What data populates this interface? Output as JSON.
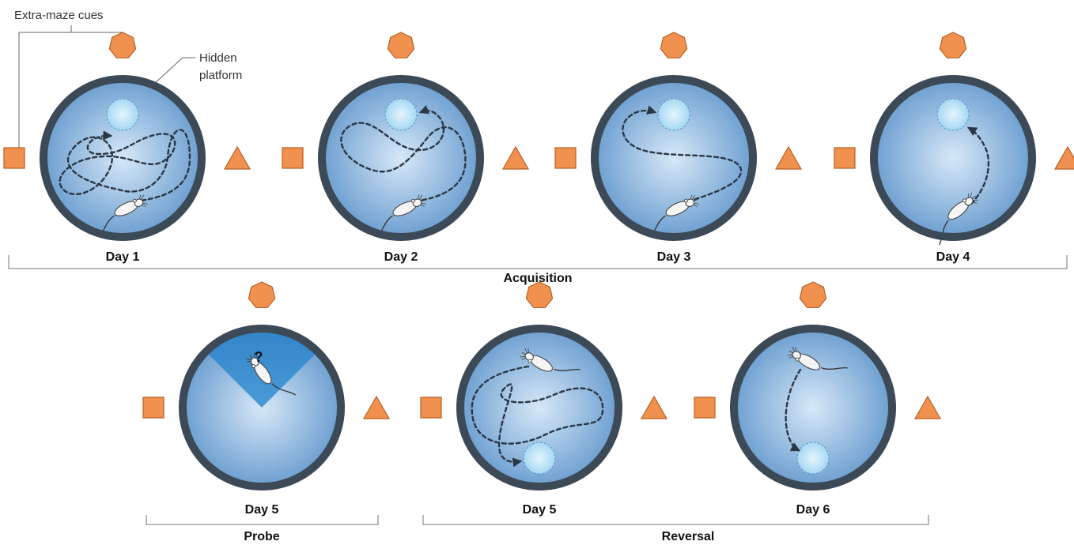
{
  "callouts": {
    "cues": "Extra-maze cues",
    "platform_line1": "Hidden",
    "platform_line2": "platform"
  },
  "probe_mark": "?",
  "phases": {
    "acquisition": "Acquisition",
    "probe": "Probe",
    "reversal": "Reversal"
  },
  "trials": [
    {
      "label": "Day 1",
      "phase": "acquisition",
      "search": "random"
    },
    {
      "label": "Day 2",
      "phase": "acquisition",
      "search": "loops"
    },
    {
      "label": "Day 3",
      "phase": "acquisition",
      "search": "wide-curve"
    },
    {
      "label": "Day 4",
      "phase": "acquisition",
      "search": "direct"
    },
    {
      "label": "Day 5",
      "phase": "probe",
      "search": "target-quadrant"
    },
    {
      "label": "Day 5",
      "phase": "reversal",
      "search": "loops"
    },
    {
      "label": "Day 6",
      "phase": "reversal",
      "search": "direct"
    }
  ],
  "cue_shapes": [
    "heptagon",
    "square",
    "triangle"
  ],
  "colors": {
    "pool_center": "#d6e8f8",
    "pool_edge": "#6d9fd0",
    "pool_rim": "#3c4a58",
    "cue_fill": "#f0914f",
    "target_quadrant": "#2f84c8",
    "swim_path": "#2b3745",
    "platform": "#c4e6f8"
  }
}
